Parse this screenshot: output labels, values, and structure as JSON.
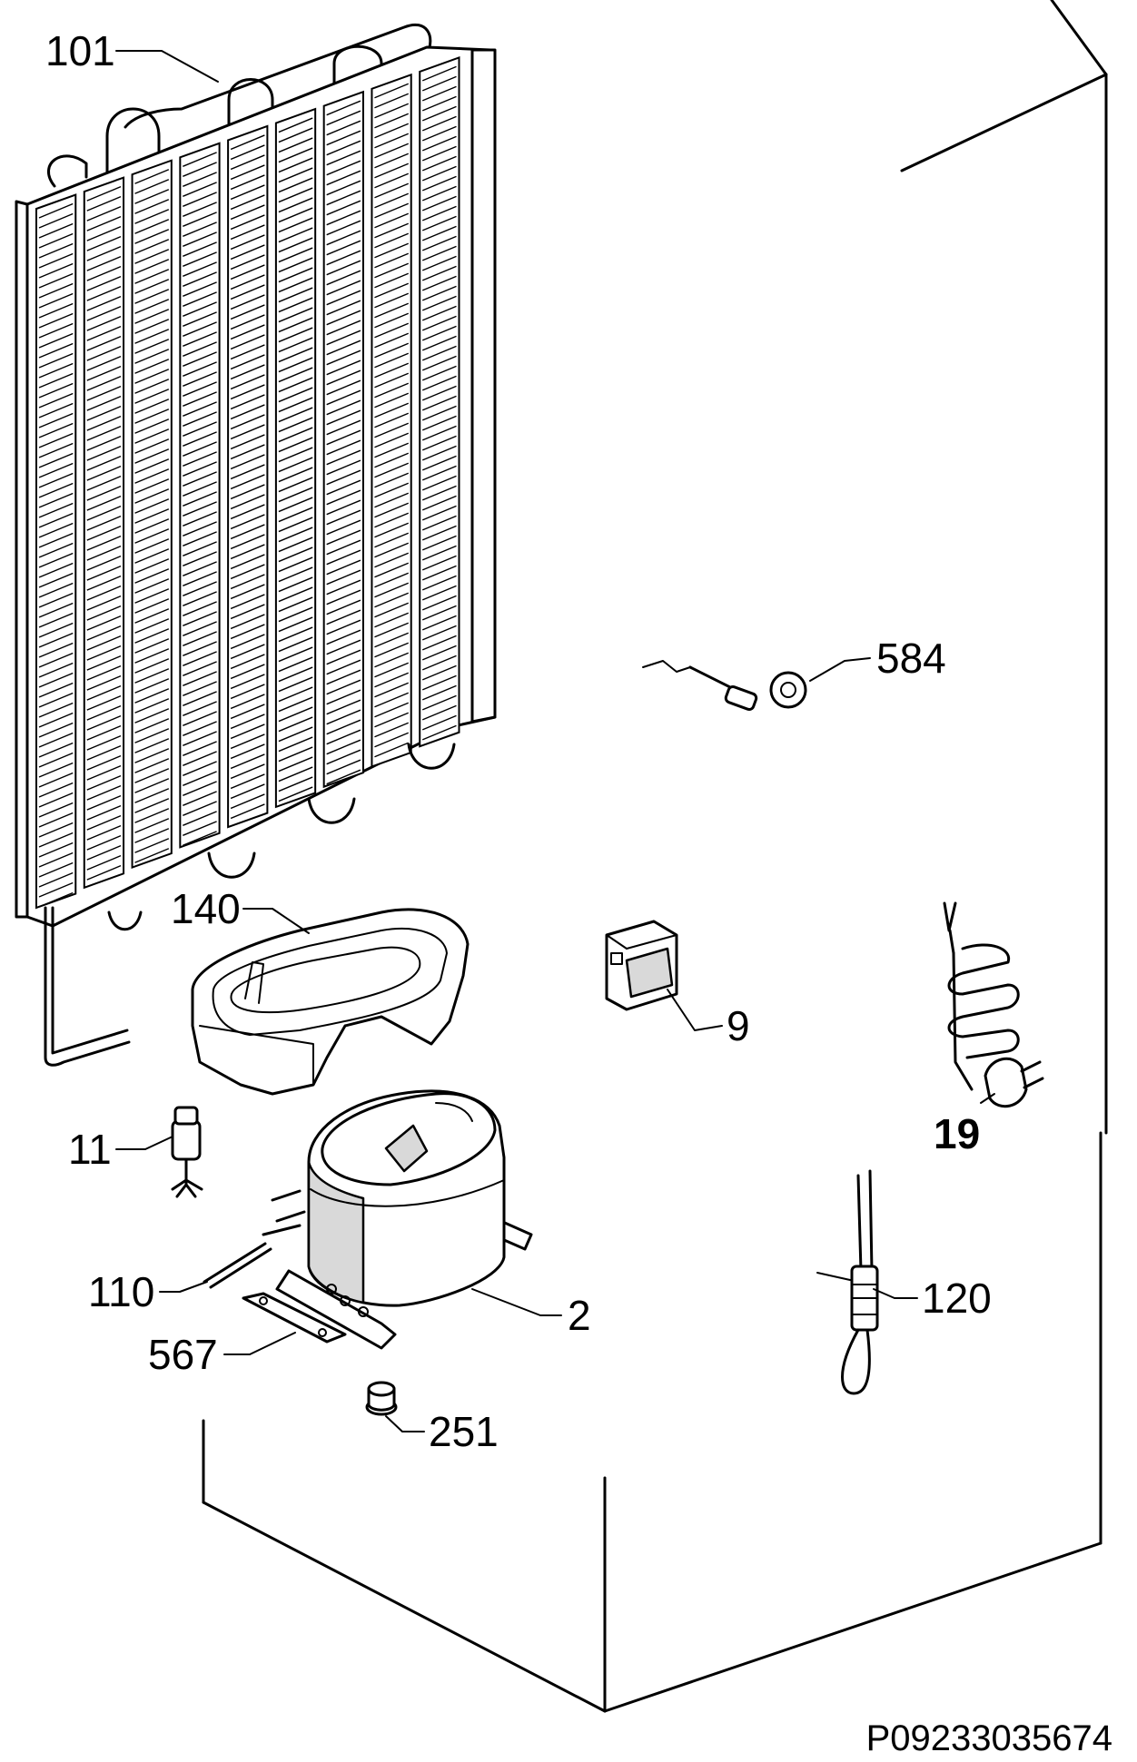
{
  "diagram": {
    "reference_code": "P09233035674",
    "callouts": [
      {
        "id": "101",
        "label": "101",
        "part": "condenser"
      },
      {
        "id": "584",
        "label": "584",
        "part": "thermostat-sensor"
      },
      {
        "id": "140",
        "label": "140",
        "part": "drip-tray"
      },
      {
        "id": "9",
        "label": "9",
        "part": "relay"
      },
      {
        "id": "19",
        "label": "19",
        "part": "power-cord",
        "bold": true
      },
      {
        "id": "11",
        "label": "11",
        "part": "dryer-filter"
      },
      {
        "id": "110",
        "label": "110",
        "part": "tube"
      },
      {
        "id": "2",
        "label": "2",
        "part": "compressor"
      },
      {
        "id": "567",
        "label": "567",
        "part": "mounting-plate"
      },
      {
        "id": "120",
        "label": "120",
        "part": "wire-harness"
      },
      {
        "id": "251",
        "label": "251",
        "part": "grommet"
      }
    ]
  }
}
